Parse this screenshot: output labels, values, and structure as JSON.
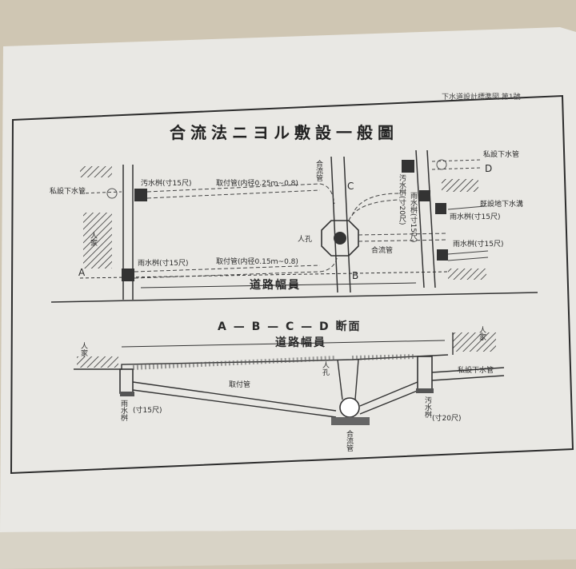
{
  "sheet": {
    "header": "下水道設計標準図 第1號",
    "title": "合流法ニヨル敷設一般圖"
  },
  "plan": {
    "labels": {
      "cesspit_top": "汚水桝(寸15尺)",
      "private_sewer_left": "私設下水管",
      "house": "人家",
      "line_a": "A",
      "rain_pit_left": "雨水桝(寸15尺)",
      "lateral_top": "取付管(内径0.25ｍ~0.8)",
      "lateral_bottom": "取付管(内径0.15ｍ~0.8)",
      "road_width": "道路幅員",
      "main_sewer_label": "合流管",
      "manhole": "人孔",
      "line_b": "B",
      "line_c": "C",
      "line_d": "D",
      "main_sewer_bottom": "合流管",
      "cesspit_right": "汚水桝(寸20尺)",
      "rain_pit_right_1": "雨水桝(寸15尺)",
      "private_sewer_right": "私設下水管",
      "rain_pit_right_2": "雨水桝(寸15尺)",
      "basement_drain": "既設地下水溝",
      "rain_pit_right_3": "雨水桝(寸15尺)"
    }
  },
  "section": {
    "title": "A — B — C — D 断面",
    "labels": {
      "house_left": "人家",
      "road_width": "道路幅員",
      "manhole": "人孔",
      "lateral": "取付管",
      "rain_pit": "雨水桝",
      "rain_pit_size": "(寸15尺)",
      "main_sewer": "合流管",
      "cesspit": "汚水桝",
      "cesspit_size": "(寸20尺)",
      "private_sewer": "私設下水管",
      "house_right": "人家"
    }
  }
}
